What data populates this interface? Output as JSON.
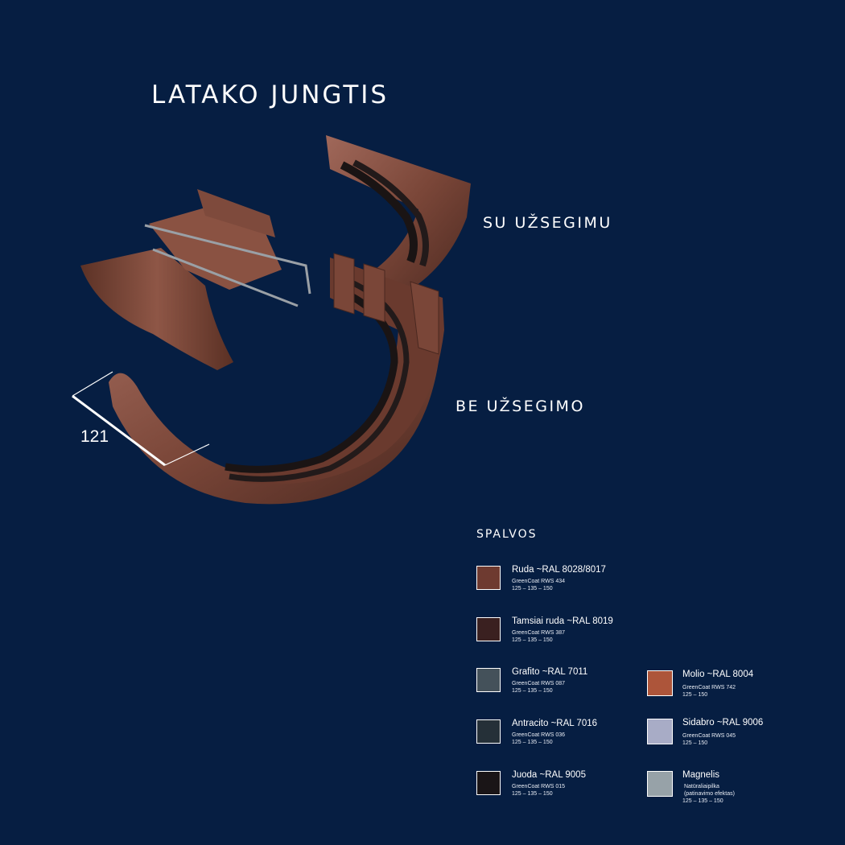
{
  "title": "LATAKO JUNGTIS",
  "variants": {
    "with_clip": "SU UŽSEGIMU",
    "without_clip": "BE UŽSEGIMO"
  },
  "dimension": "121",
  "colors_heading": "SPALVOS",
  "swatches": [
    {
      "name": "Ruda ~RAL 8028/8017",
      "line1": "GreenCoat RWS 434",
      "line2": "125 – 135 – 150",
      "color": "#6e3a30"
    },
    {
      "name": "Tamsiai ruda ~RAL 8019",
      "line1": "GreenCoat RWS 387",
      "line2": "125 – 135 – 150",
      "color": "#3a2020"
    },
    {
      "name": "Grafito ~RAL 7011",
      "line1": "GreenCoat RWS 087",
      "line2": "125 – 135 – 150",
      "color": "#44515a"
    },
    {
      "name": "Antracito ~RAL 7016",
      "line1": "GreenCoat RWS 036",
      "line2": "125 – 135 – 150",
      "color": "#253038"
    },
    {
      "name": "Juoda ~RAL 9005",
      "line1": "GreenCoat RWS 015",
      "line2": "125 – 135 – 150",
      "color": "#1a1517"
    },
    {
      "name": "Molio ~RAL 8004",
      "line1": "GreenCoat RWS 742",
      "line2": "125 – 150",
      "color": "#ad553a"
    },
    {
      "name": "Sidabro ~RAL 9006",
      "line1": "GreenCoat RWS 045",
      "line2": "125 – 150",
      "color": "#a8acc6"
    },
    {
      "name": "Magnelis",
      "line1": " Natūraliaipilka\n (patinavimo efektas)",
      "line2": "125 – 135 – 150",
      "color": "#97a2a8"
    }
  ]
}
